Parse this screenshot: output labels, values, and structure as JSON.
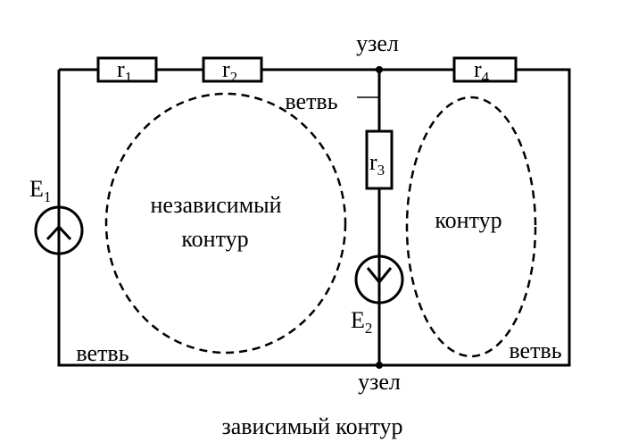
{
  "labels": {
    "node_top": "узел",
    "node_bottom": "узел",
    "branch_middle": "ветвь",
    "branch_left": "ветвь",
    "branch_right": "ветвь",
    "independent_loop_line1": "независимый",
    "independent_loop_line2": "контур",
    "loop": "контур",
    "dependent_loop": "зависимый контур"
  },
  "components": {
    "r1": {
      "name": "r",
      "sub": "1"
    },
    "r2": {
      "name": "r",
      "sub": "2"
    },
    "r3": {
      "name": "r",
      "sub": "3"
    },
    "r4": {
      "name": "r",
      "sub": "4"
    },
    "E1": {
      "name": "E",
      "sub": "1"
    },
    "E2": {
      "name": "E",
      "sub": "2"
    }
  }
}
